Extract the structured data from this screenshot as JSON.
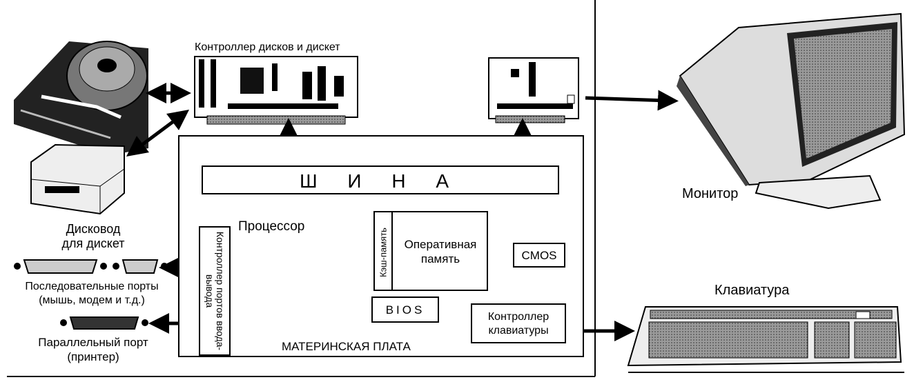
{
  "labels": {
    "disk_controller": "Контроллер дисков и дискет",
    "bus": "Ш И Н А",
    "processor": "Процессор",
    "cache": "Кэш-память",
    "ram_line1": "Оперативная",
    "ram_line2": "память",
    "cmos": "CMOS",
    "bios": "BIOS",
    "io_controller": "Контроллер портов ввода-вывода",
    "kbd_controller_line1": "Контроллер",
    "kbd_controller_line2": "клавиатуры",
    "motherboard": "МАТЕРИНСКАЯ ПЛАТА",
    "monitor": "Монитор",
    "keyboard": "Клавиатура",
    "floppy_line1": "Дисковод",
    "floppy_line2": "для дискет",
    "serial_line1": "Последовательные порты",
    "serial_line2": "(мышь, модем и т.д.)",
    "parallel_line1": "Параллельный порт",
    "parallel_line2": "(принтер)"
  }
}
